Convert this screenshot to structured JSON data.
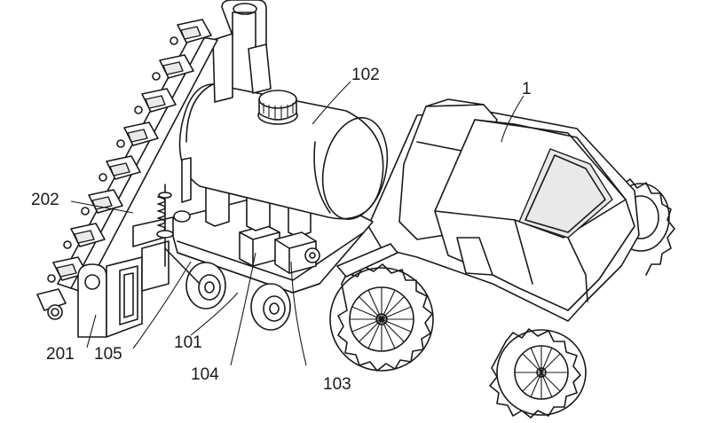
{
  "labels": {
    "tractor": "1",
    "tank": "102",
    "bar": "202",
    "mount": "201",
    "spring": "105",
    "frame": "101",
    "bracket": "104",
    "pump": "103"
  }
}
